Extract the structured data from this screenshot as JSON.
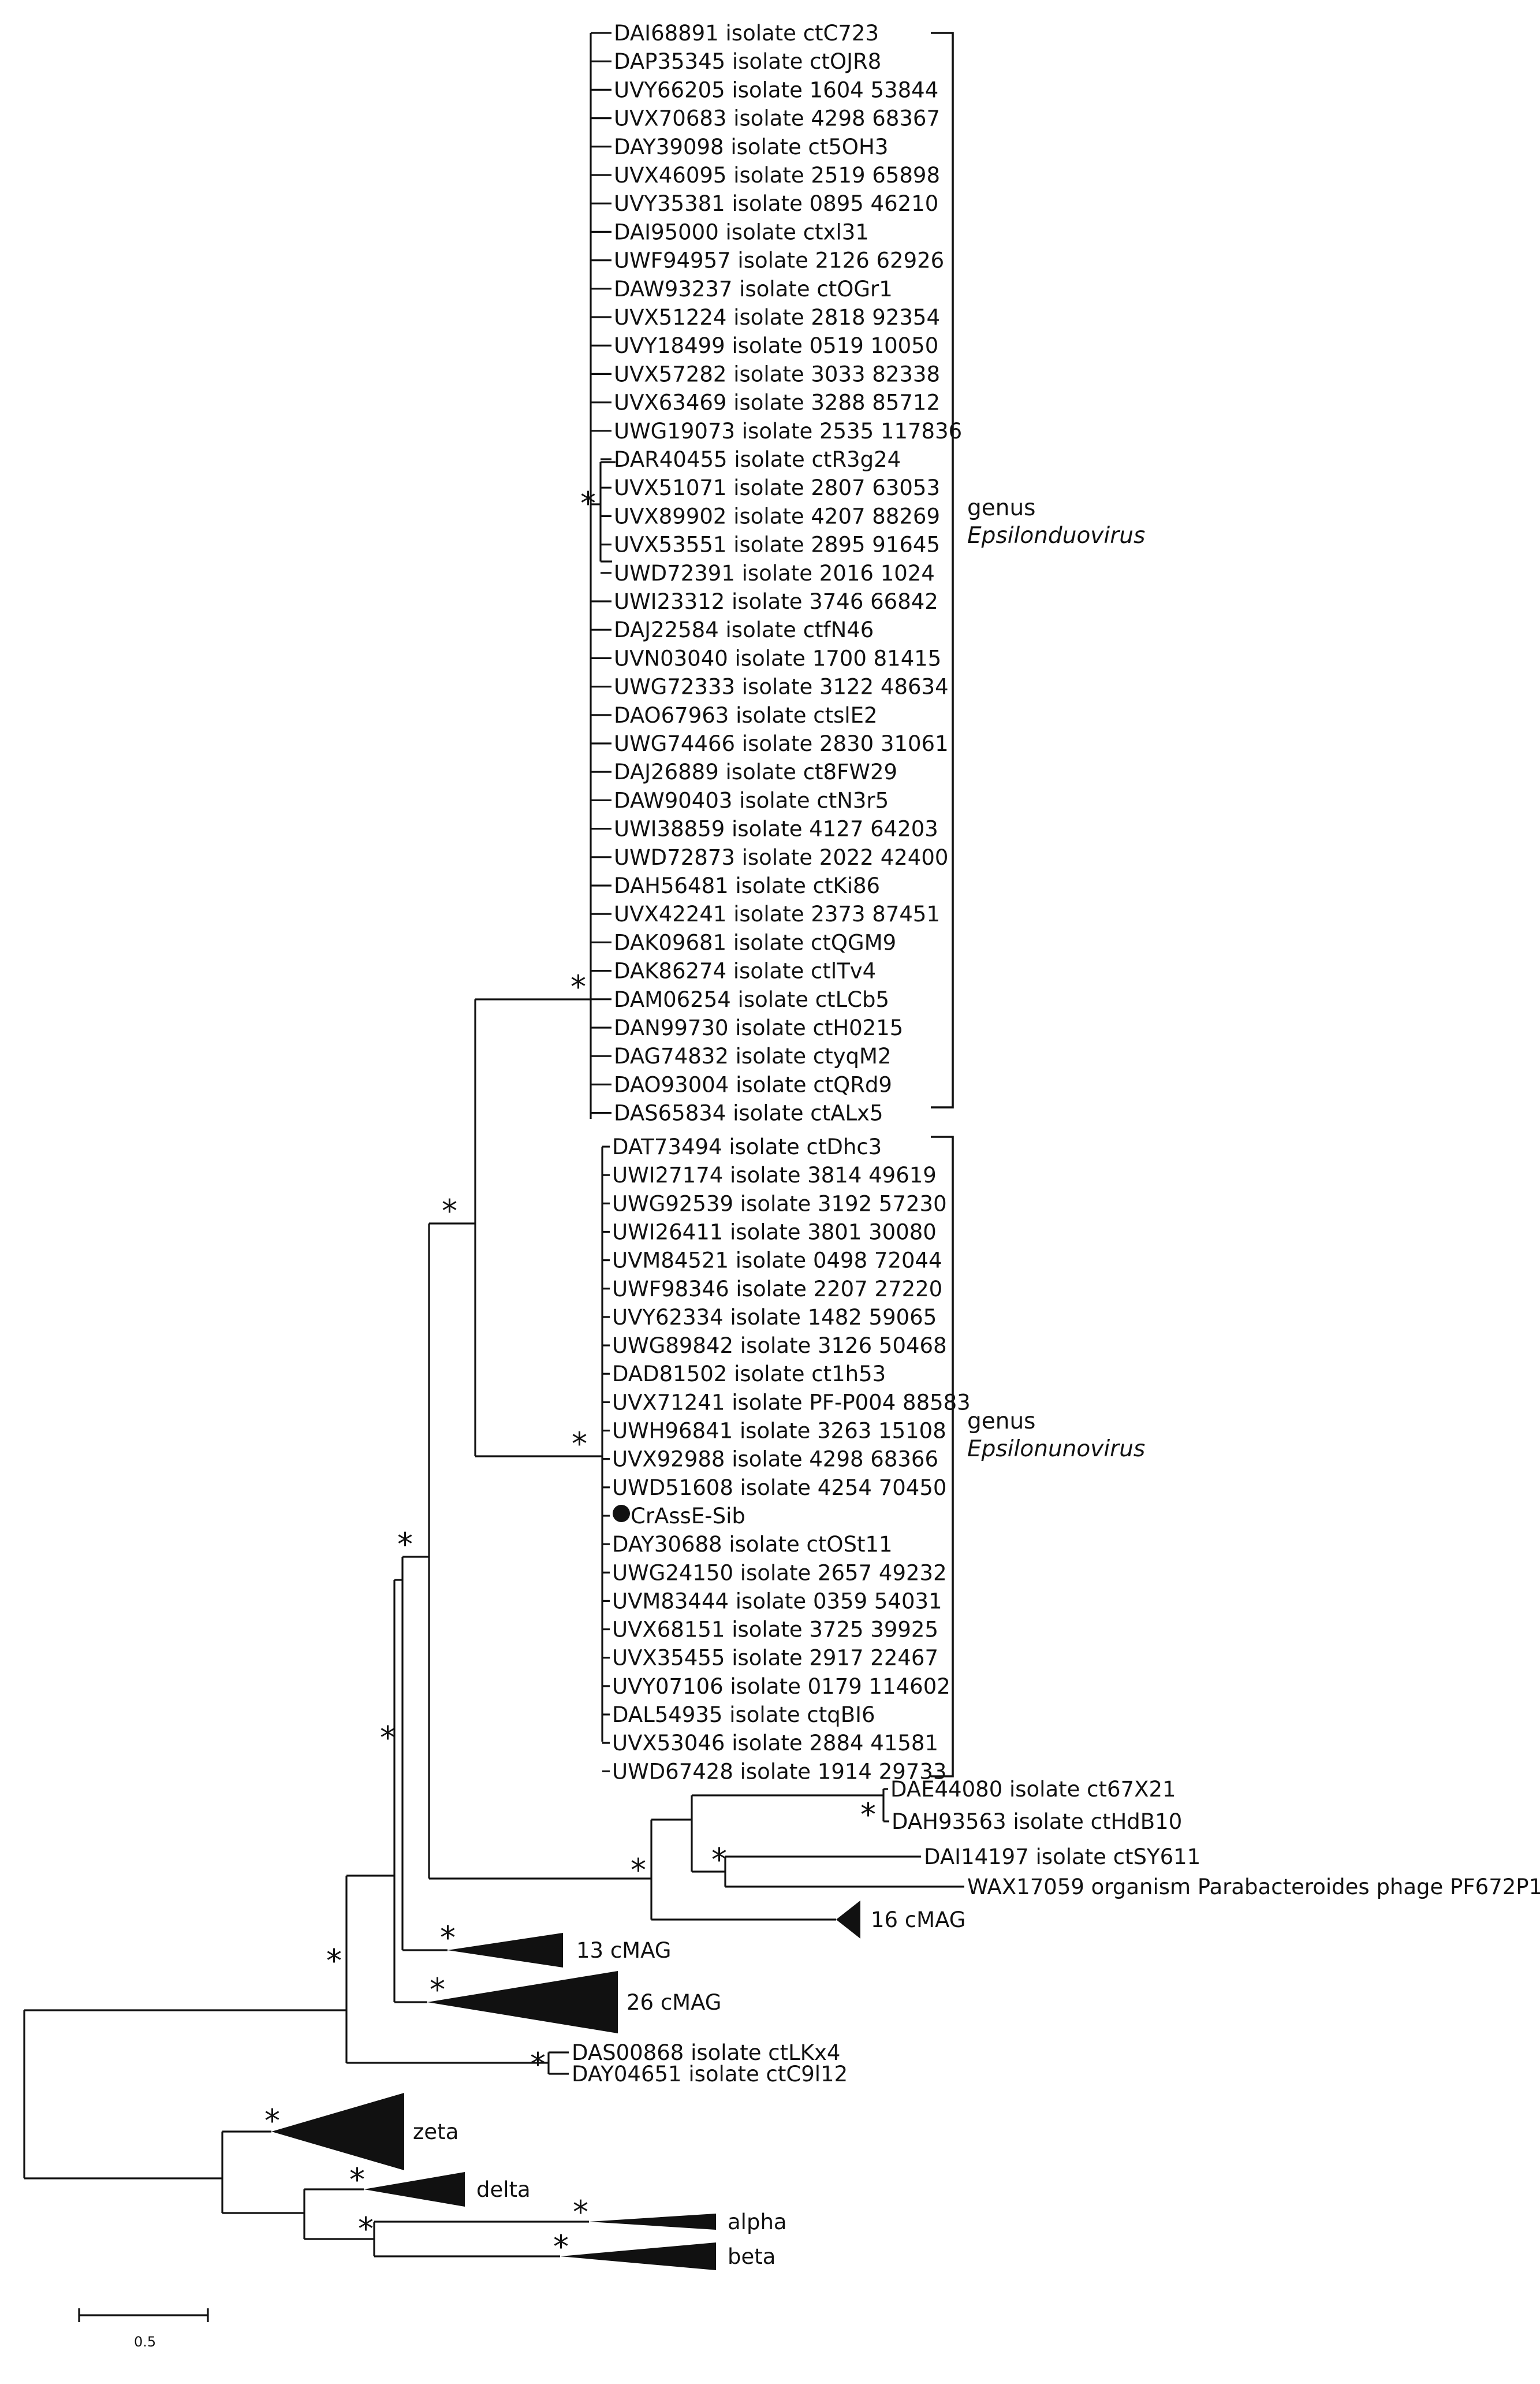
{
  "tree": {
    "epsilonduovirus_leaves": [
      "DAI68891 isolate ctC723",
      "DAP35345 isolate ctOJR8",
      "UVY66205 isolate 1604 53844",
      "UVX70683 isolate 4298 68367",
      "DAY39098 isolate ct5OH3",
      "UVX46095 isolate 2519 65898",
      "UVY35381 isolate 0895 46210",
      "DAI95000 isolate ctxl31",
      "UWF94957 isolate 2126 62926",
      "DAW93237 isolate ctOGr1",
      "UVX51224 isolate 2818 92354",
      "UVY18499 isolate 0519 10050",
      "UVX57282 isolate 3033 82338",
      "UVX63469 isolate 3288 85712",
      "UWG19073 isolate 2535 117836",
      "DAR40455 isolate ctR3g24",
      "UVX51071 isolate 2807 63053",
      "UVX89902 isolate 4207 88269",
      "UVX53551 isolate 2895 91645",
      "UWD72391 isolate 2016 1024",
      "UWI23312 isolate 3746 66842",
      "DAJ22584 isolate ctfN46",
      "UVN03040 isolate 1700 81415",
      "UWG72333 isolate 3122 48634",
      "DAO67963 isolate ctslE2",
      "UWG74466 isolate 2830 31061",
      "DAJ26889 isolate ct8FW29",
      "DAW90403 isolate ctN3r5",
      "UWI38859 isolate 4127 64203",
      "UWD72873 isolate 2022 42400",
      "DAH56481 isolate ctKi86",
      "UVX42241 isolate 2373 87451",
      "DAK09681 isolate ctQGM9",
      "DAK86274 isolate ctlTv4",
      "DAM06254 isolate ctLCb5",
      "DAN99730 isolate ctH0215",
      "DAG74832 isolate ctyqM2",
      "DAO93004 isolate ctQRd9",
      "DAS65834 isolate ctALx5"
    ],
    "epsilonunovirus_leaves": [
      "DAT73494 isolate ctDhc3",
      "UWI27174 isolate 3814 49619",
      "UWG92539 isolate 3192 57230",
      "UWI26411 isolate 3801 30080",
      "UVM84521 isolate 0498 72044",
      "UWF98346 isolate 2207 27220",
      "UVY62334 isolate 1482 59065",
      "UWG89842 isolate 3126 50468",
      "DAD81502 isolate ct1h53",
      "UVX71241 isolate PF-P004 88583",
      "UWH96841 isolate 3263 15108",
      "UVX92988 isolate 4298 68366",
      "UWD51608 isolate 4254 70450",
      "CrAssE-Sib",
      "DAY30688 isolate ctOSt11",
      "UWG24150 isolate 2657 49232",
      "UVM83444 isolate 0359 54031",
      "UVX68151 isolate 3725 39925",
      "UVX35455 isolate 2917 22467",
      "UVY07106 isolate 0179 114602",
      "DAL54935 isolate ctqBI6",
      "UVX53046 isolate 2884 41581",
      "UWD67428 isolate 1914 29733"
    ],
    "outgroup_leaves": {
      "dae44080": "DAE44080 isolate ct67X21",
      "dah93563": "DAH93563 isolate ctHdB10",
      "dai14197": "DAI14197 isolate ctSY611",
      "wax17059": "WAX17059 organism Parabacteroides phage PF672P1",
      "das00868": "DAS00868 isolate ctLKx4",
      "day04651": "DAY04651 isolate ctC9l12"
    },
    "collapsed": {
      "c16": "16 cMAG",
      "c13": "13 cMAG",
      "c26": "26 cMAG",
      "zeta": "zeta",
      "delta": "delta",
      "alpha": "alpha",
      "beta": "beta"
    },
    "genus_duo": {
      "word": "genus",
      "name": "Epsilonduovirus"
    },
    "genus_uno": {
      "word": "genus",
      "name": "Epsilonunovirus"
    },
    "support_symbol": "*",
    "scale_label": "0.5"
  }
}
